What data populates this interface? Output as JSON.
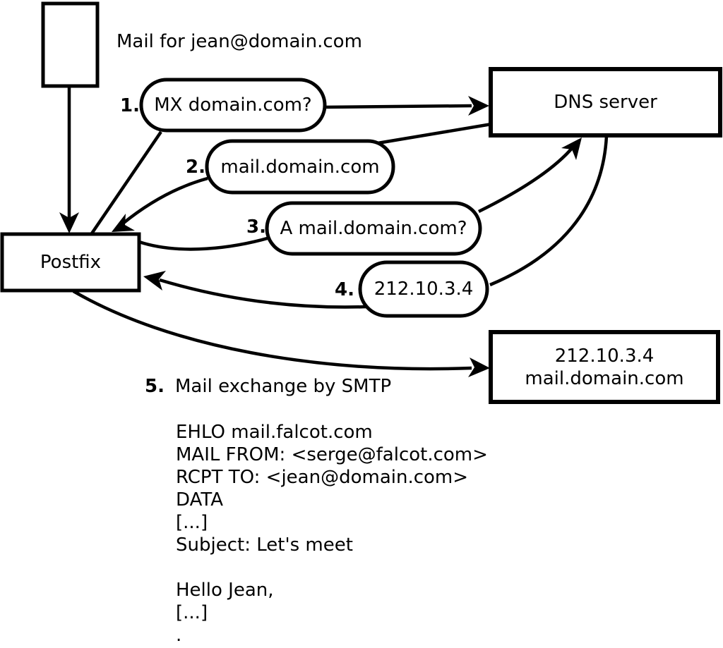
{
  "diagram": {
    "mail_note": "Mail for jean@domain.com",
    "nodes": {
      "postfix": {
        "label": "Postfix"
      },
      "dns_server": {
        "label": "DNS server"
      },
      "mail_host": {
        "line1": "212.10.3.4",
        "line2": "mail.domain.com"
      }
    },
    "steps": [
      {
        "num": "1.",
        "label": "MX domain.com?"
      },
      {
        "num": "2.",
        "label": "mail.domain.com"
      },
      {
        "num": "3.",
        "label": "A mail.domain.com?"
      },
      {
        "num": "4.",
        "label": "212.10.3.4"
      },
      {
        "num": "5.",
        "label": "Mail exchange by SMTP"
      }
    ],
    "smtp_session": {
      "lines": [
        "EHLO mail.falcot.com",
        "MAIL FROM: <serge@falcot.com>",
        "RCPT TO: <jean@domain.com>",
        "DATA",
        "[...]",
        "Subject: Let's meet",
        "",
        "Hello Jean,",
        "[...]",
        "."
      ]
    }
  },
  "colors": {
    "ink": "#000000",
    "background": "#ffffff"
  }
}
